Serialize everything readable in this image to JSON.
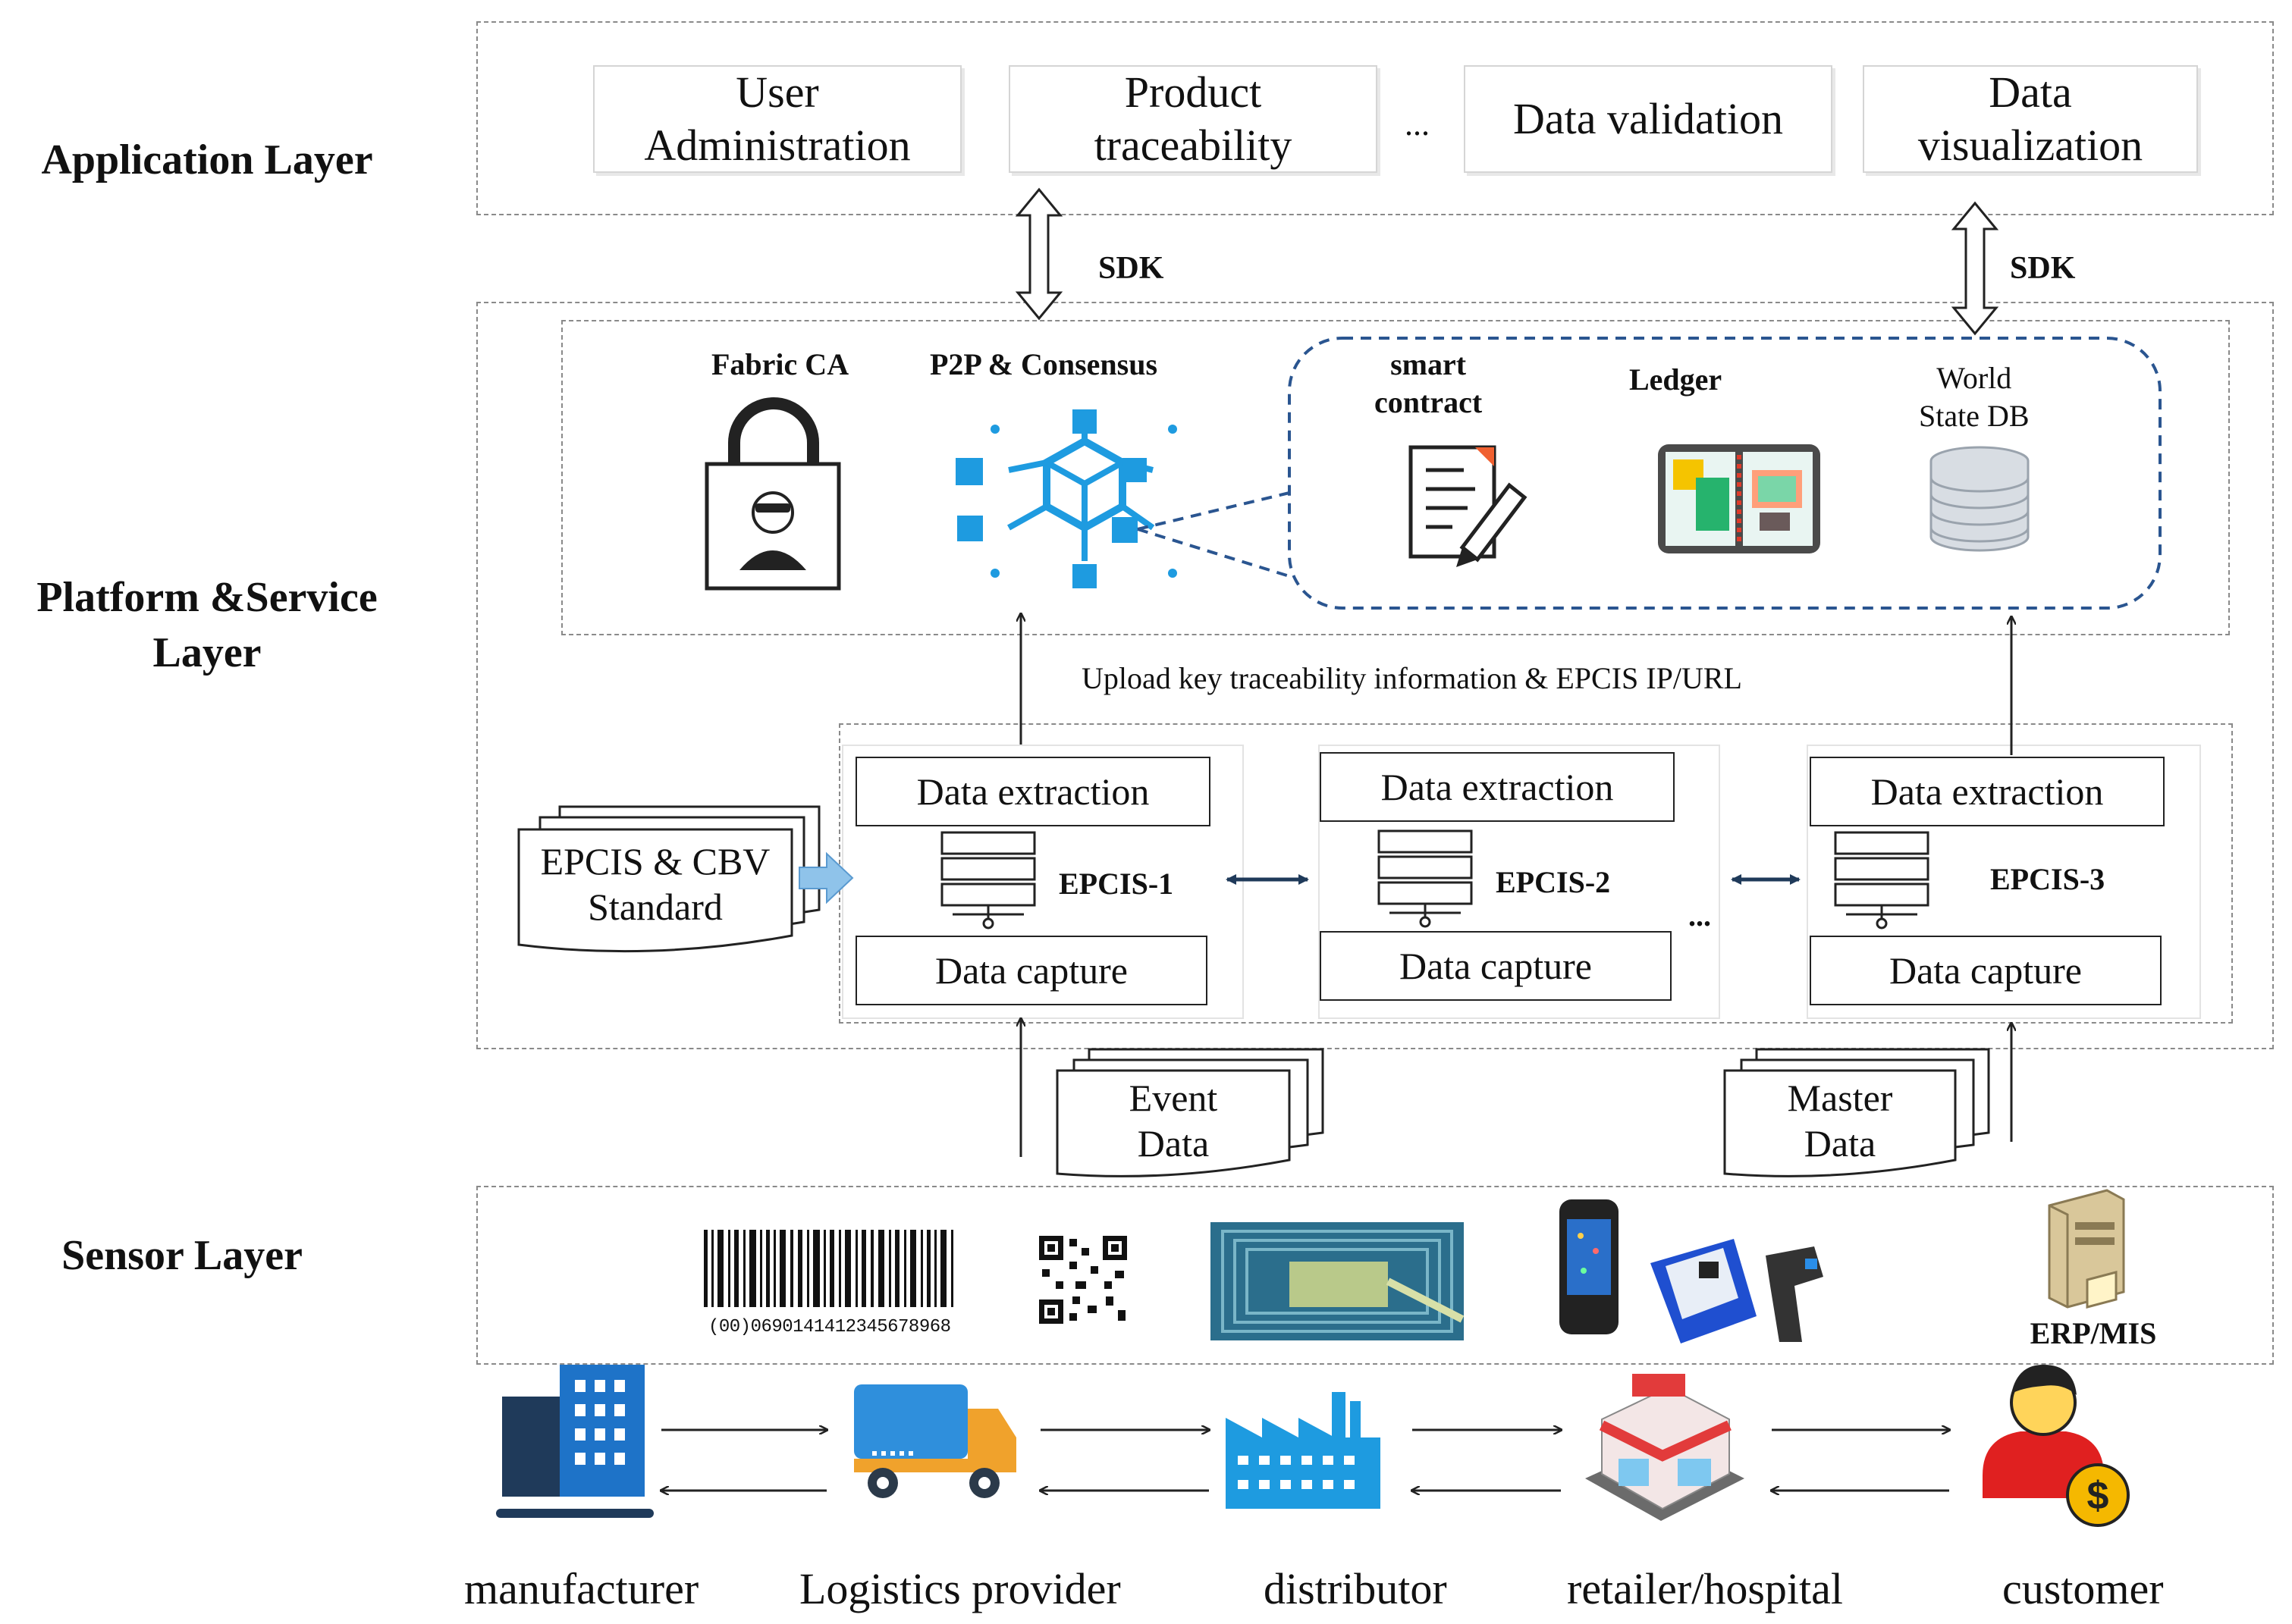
{
  "layers": {
    "application": "Application Layer",
    "platform": "Platform &Service\nLayer",
    "sensor": "Sensor Layer"
  },
  "application": {
    "modules": [
      "User\nAdministration",
      "Product\ntraceability",
      "Data validation",
      "Data\nvisualization"
    ],
    "ellipsis": "..."
  },
  "sdk_label": "SDK",
  "platform": {
    "fabric_ca": "Fabric CA",
    "p2p": "P2P & Consensus",
    "smart_contract": "smart\ncontract",
    "ledger": "Ledger",
    "world_state": "World\nState DB",
    "upload_text": "Upload key traceability information & EPCIS  IP/URL",
    "standard_doc": "EPCIS & CBV\nStandard",
    "epcis_nodes": [
      {
        "name": "EPCIS-1",
        "extraction": "Data extraction",
        "capture": "Data capture"
      },
      {
        "name": "EPCIS-2",
        "extraction": "Data extraction",
        "capture": "Data capture"
      },
      {
        "name": "EPCIS-3",
        "extraction": "Data extraction",
        "capture": "Data capture"
      }
    ],
    "ellipsis": "..."
  },
  "inputs": {
    "event_data": "Event\nData",
    "master_data": "Master\nData"
  },
  "sensor": {
    "barcode_text": "(00)0690141412345678968",
    "erp": "ERP/MIS"
  },
  "actors": [
    "manufacturer",
    "Logistics provider",
    "distributor",
    "retailer/hospital",
    "customer"
  ],
  "colors": {
    "accent_blue": "#1e9be0",
    "dark_navy": "#1f3a5a",
    "building_blue": "#1e73c8",
    "truck_blue": "#2f8fdc",
    "truck_orange": "#f0a22c",
    "customer_red": "#e02020",
    "coin_yellow": "#f5b800"
  }
}
